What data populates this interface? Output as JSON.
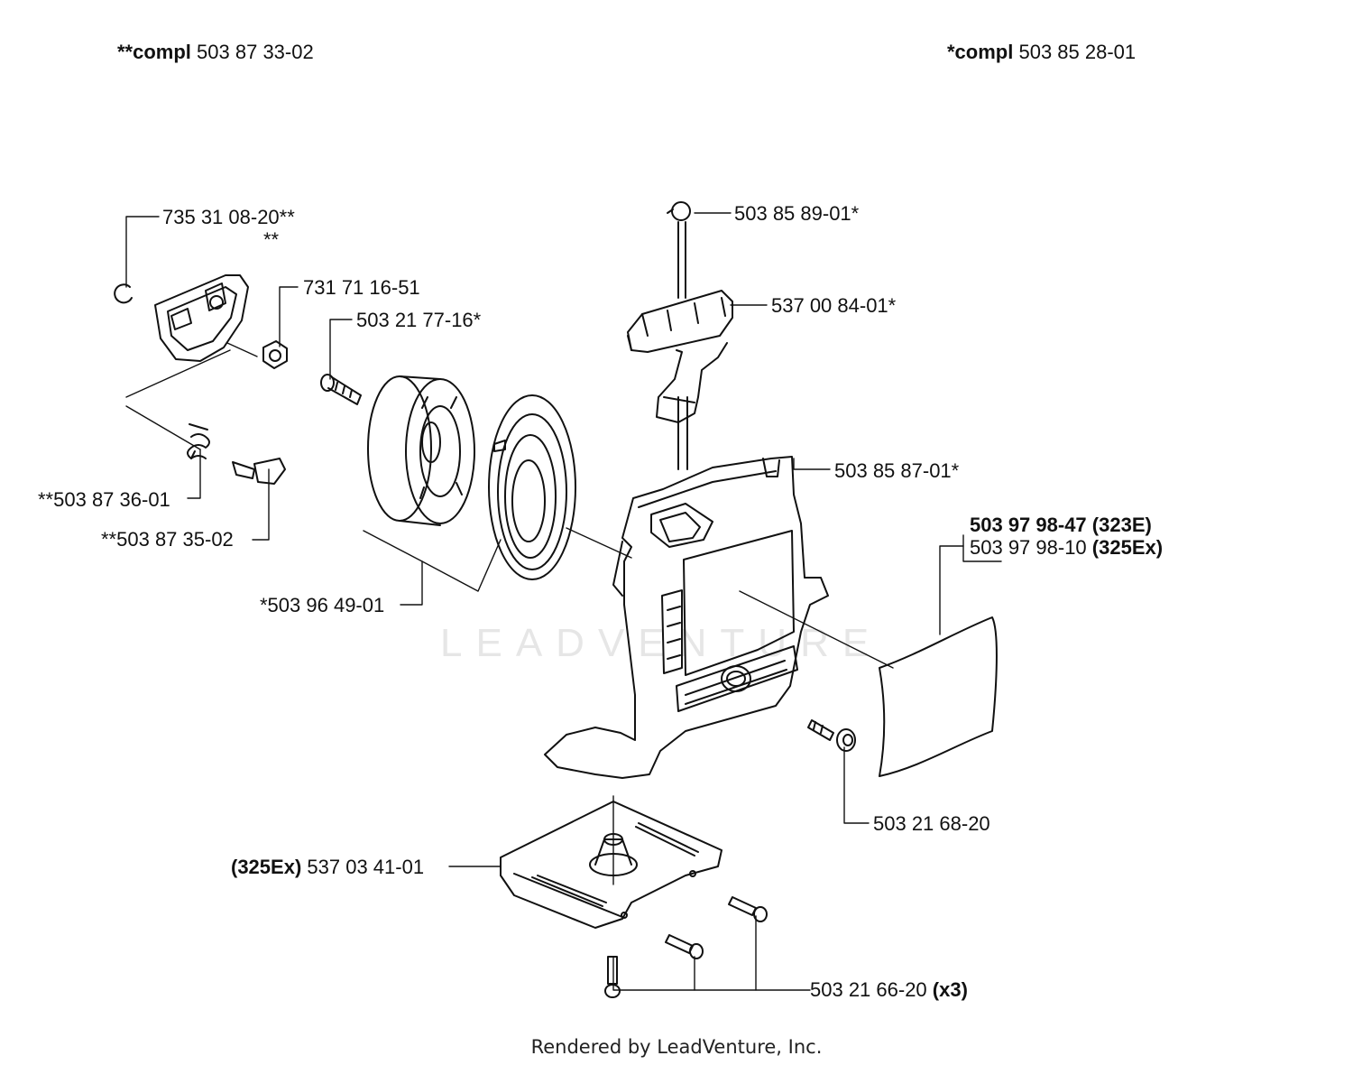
{
  "header": {
    "left_assembly": {
      "prefix": "**compl",
      "part": "503 87 33-02"
    },
    "right_assembly": {
      "prefix": "*compl",
      "part": "503 85 28-01"
    }
  },
  "callouts": {
    "c1": "735 31 08-20**",
    "c2": "**",
    "c3": "731 71 16-51",
    "c4": "503 21 77-16*",
    "c5": "**503 87 36-01",
    "c6": "**503 87 35-02",
    "c7": "*503 96 49-01",
    "c8": "503 85 89-01*",
    "c9": "537 00 84-01*",
    "c10": "503 85 87-01*",
    "c11a": "503 97 98-47 (323E)",
    "c11b_part": "503 97 98-10",
    "c11b_model": "(325Ex)",
    "c12": "503 21 68-20",
    "c13_model": "(325Ex)",
    "c13_part": "537 03 41-01",
    "c14_part": "503 21 66-20",
    "c14_qty": "(x3)"
  },
  "watermark": "LEADVENTURE",
  "footer": "Rendered by LeadVenture, Inc."
}
